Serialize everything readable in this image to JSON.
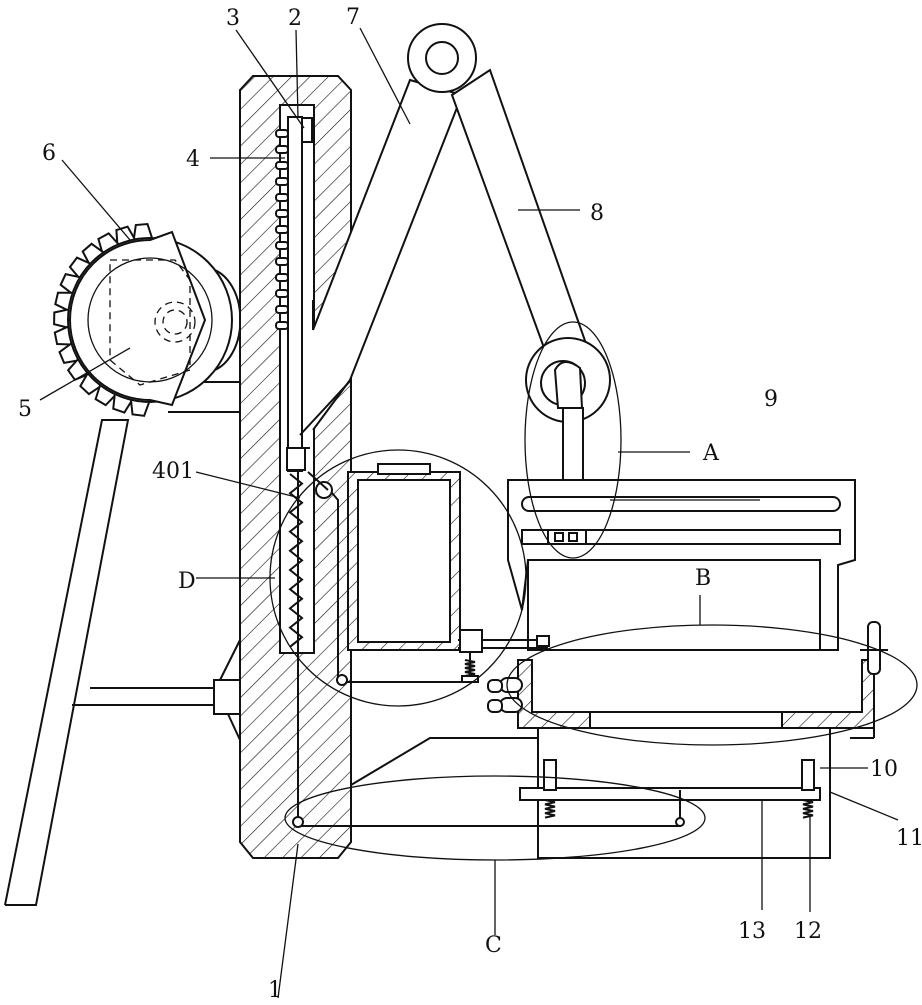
{
  "labels": {
    "n1": "1",
    "n2": "2",
    "n3": "3",
    "n4": "4",
    "n5": "5",
    "n6": "6",
    "n7": "7",
    "n8": "8",
    "n9": "9",
    "n10": "10",
    "n11": "11",
    "n12": "12",
    "n13": "13",
    "n401": "401",
    "A": "A",
    "B": "B",
    "C": "C",
    "D": "D"
  },
  "colors": {
    "line": "#111111",
    "background": "#ffffff"
  }
}
